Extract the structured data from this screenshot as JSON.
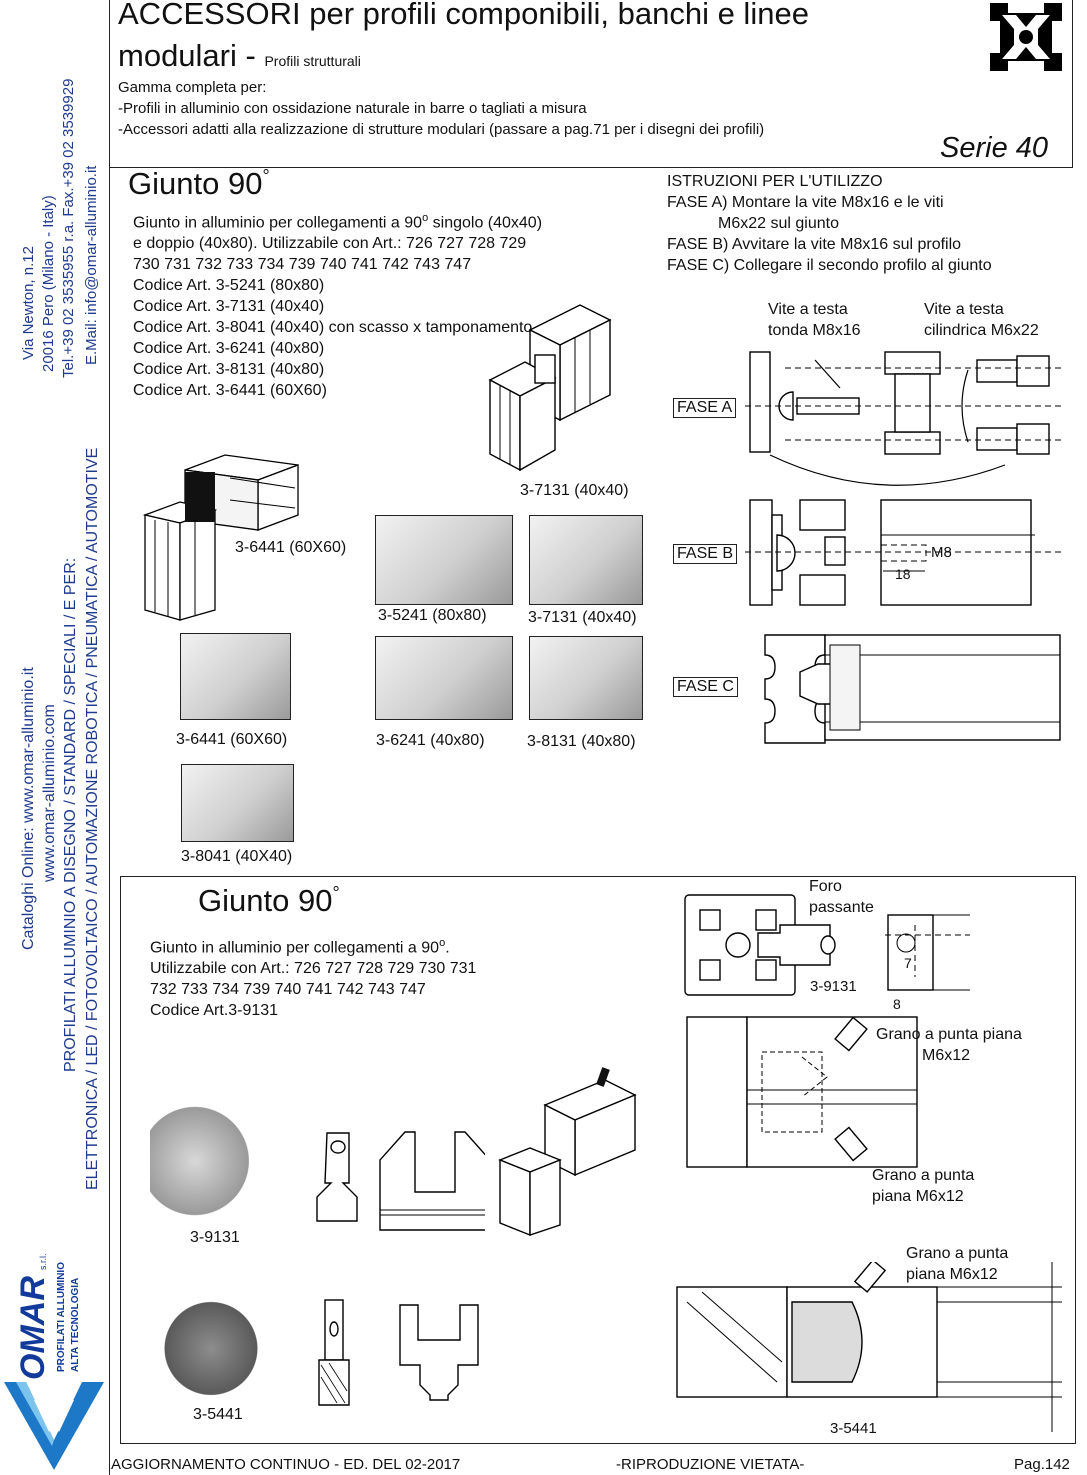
{
  "sidebar": {
    "address_lines": [
      "Via Newton, n.12",
      "20016 Pero (Milano - Italy)",
      "Tel.+39 02 3535955 r.a. Fax.+39 02 3539929",
      "E.Mail: info@omar-alluminio.it"
    ],
    "web_lines": [
      "Cataloghi Online: www.omar-alluminio.it",
      "www.omar-alluminio.com"
    ],
    "sector_lines": [
      "PROFILATI ALLUMINIO A DISEGNO / STANDARD / SPECIALI / E PER:",
      "ELETTRONICA / LED / FOTOVOLTAICO / AUTOMAZIONE ROBOTICA / PNEUMATICA / AUTOMOTIVE"
    ],
    "logo": {
      "brand": "OMAR",
      "suffix": "s.r.l.",
      "tagline_1": "PROFILATI ALLUMINIO",
      "tagline_2": "ALTA TECNOLOGIA"
    }
  },
  "header": {
    "title_line1": "ACCESSORI per profili componibili, banchi e linee",
    "title_line2": "modulari - ",
    "title_small": "Profili strutturali",
    "intro": "Gamma completa per:",
    "bullet_1": "-Profili in alluminio con ossidazione naturale in barre o tagliati a misura",
    "bullet_2": "-Accessori adatti alla realizzazione di strutture modulari (passare a pag.71 per i disegni dei profili)",
    "series": "Serie 40",
    "icon": "profile-section-icon"
  },
  "section1": {
    "title": "Giunto 90",
    "degree": "°",
    "description_1": "Giunto in alluminio per collegamenti a 90",
    "description_1b": " singolo (40x40)",
    "description_2": "e doppio (40x80). Utilizzabile con Art.: 726 727 728 729",
    "description_3": "730 731 732 733 734 739 740 741 742 743 747",
    "codes": [
      "Codice Art. 3-5241 (80x80)",
      "Codice Art. 3-7131 (40x40)",
      "Codice Art. 3-8041 (40x40) con scasso x tamponamento",
      "Codice Art. 3-6241 (40x80)",
      "Codice Art. 3-8131 (40x80)",
      "Codice Art. 3-6441 (60X60)"
    ],
    "instructions_title": "ISTRUZIONI PER L'UTILIZZO",
    "instructions": [
      "FASE A) Montare la vite M8x16 e le viti",
      "M6x22 sul giunto",
      "FASE B) Avvitare la vite M8x16 sul profilo",
      "FASE C) Collegare il secondo profilo al giunto"
    ],
    "screw_label_1a": "Vite a testa",
    "screw_label_1b": "tonda M8x16",
    "screw_label_2a": "Vite a testa",
    "screw_label_2b": "cilindrica M6x22",
    "fase_a": "FASE A",
    "fase_b": "FASE B",
    "fase_c": "FASE C",
    "dim_m8": "M8",
    "dim_18": "18",
    "captions": {
      "c7131_top": "3-7131 (40x40)",
      "c6441_assembly": "3-6441 (60X60)",
      "c5241": "3-5241 (80x80)",
      "c7131": "3-7131 (40x40)",
      "c6441": "3-6441 (60X60)",
      "c6241": "3-6241 (40x80)",
      "c8131": "3-8131 (40x80)",
      "c8041": "3-8041 (40X40)"
    }
  },
  "section2": {
    "title": "Giunto 90",
    "degree": "°",
    "description_1": "Giunto in alluminio per collegamenti a 90",
    "description_1b": ".",
    "description_2": "Utilizzabile con Art.: 726 727 728 729 730 731",
    "description_3": "732 733 734 739 740 741 742 743 747",
    "code": "Codice Art.3-9131",
    "foro_1": "Foro",
    "foro_2": "passante",
    "label_9131": "3-9131",
    "dim_7": "7",
    "dim_8": "8",
    "grano_1a": "Grano a punta piana",
    "grano_1b": "M6x12",
    "grano_2a": "Grano a punta",
    "grano_2b": "piana M6x12",
    "grano_3a": "Grano a punta",
    "grano_3b": "piana M6x12",
    "label_5441": "3-5441",
    "caption_9131": "3-9131",
    "caption_5441": "3-5441"
  },
  "footer": {
    "left": "AGGIORNAMENTO CONTINUO - ED. DEL 02-2017",
    "center": "-RIPRODUZIONE VIETATA-",
    "right": "Pag.142"
  }
}
